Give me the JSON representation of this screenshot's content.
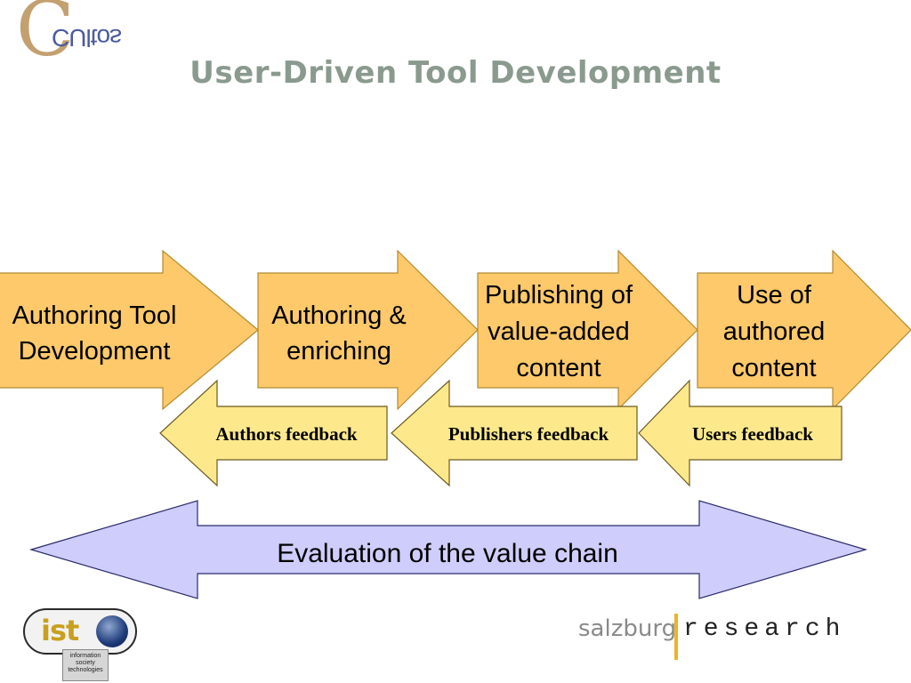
{
  "title": "User-Driven Tool Development",
  "logos": {
    "curitos_letter": "C",
    "curitos_word": "CUltos",
    "ist_text": "ist",
    "ist_caption": [
      "information",
      "society",
      "technologies"
    ],
    "salzburg": "salzburg",
    "research": "research"
  },
  "colors": {
    "orange_arrow": "#fdc96a",
    "yellow_arrow": "#fde98c",
    "blue_arrow": "#cfcdfb",
    "title": "#8a9a8e"
  },
  "forward_steps": [
    {
      "lines": [
        "Authoring Tool",
        "Development"
      ]
    },
    {
      "lines": [
        "Authoring &",
        "enriching"
      ]
    },
    {
      "lines": [
        "Publishing of",
        "value-added",
        "content"
      ]
    },
    {
      "lines": [
        "Use of",
        "authored",
        "content"
      ]
    }
  ],
  "feedback_steps": [
    {
      "label": "Authors feedback"
    },
    {
      "label": "Publishers feedback"
    },
    {
      "label": "Users feedback"
    }
  ],
  "evaluation": {
    "label": "Evaluation of the value chain"
  }
}
